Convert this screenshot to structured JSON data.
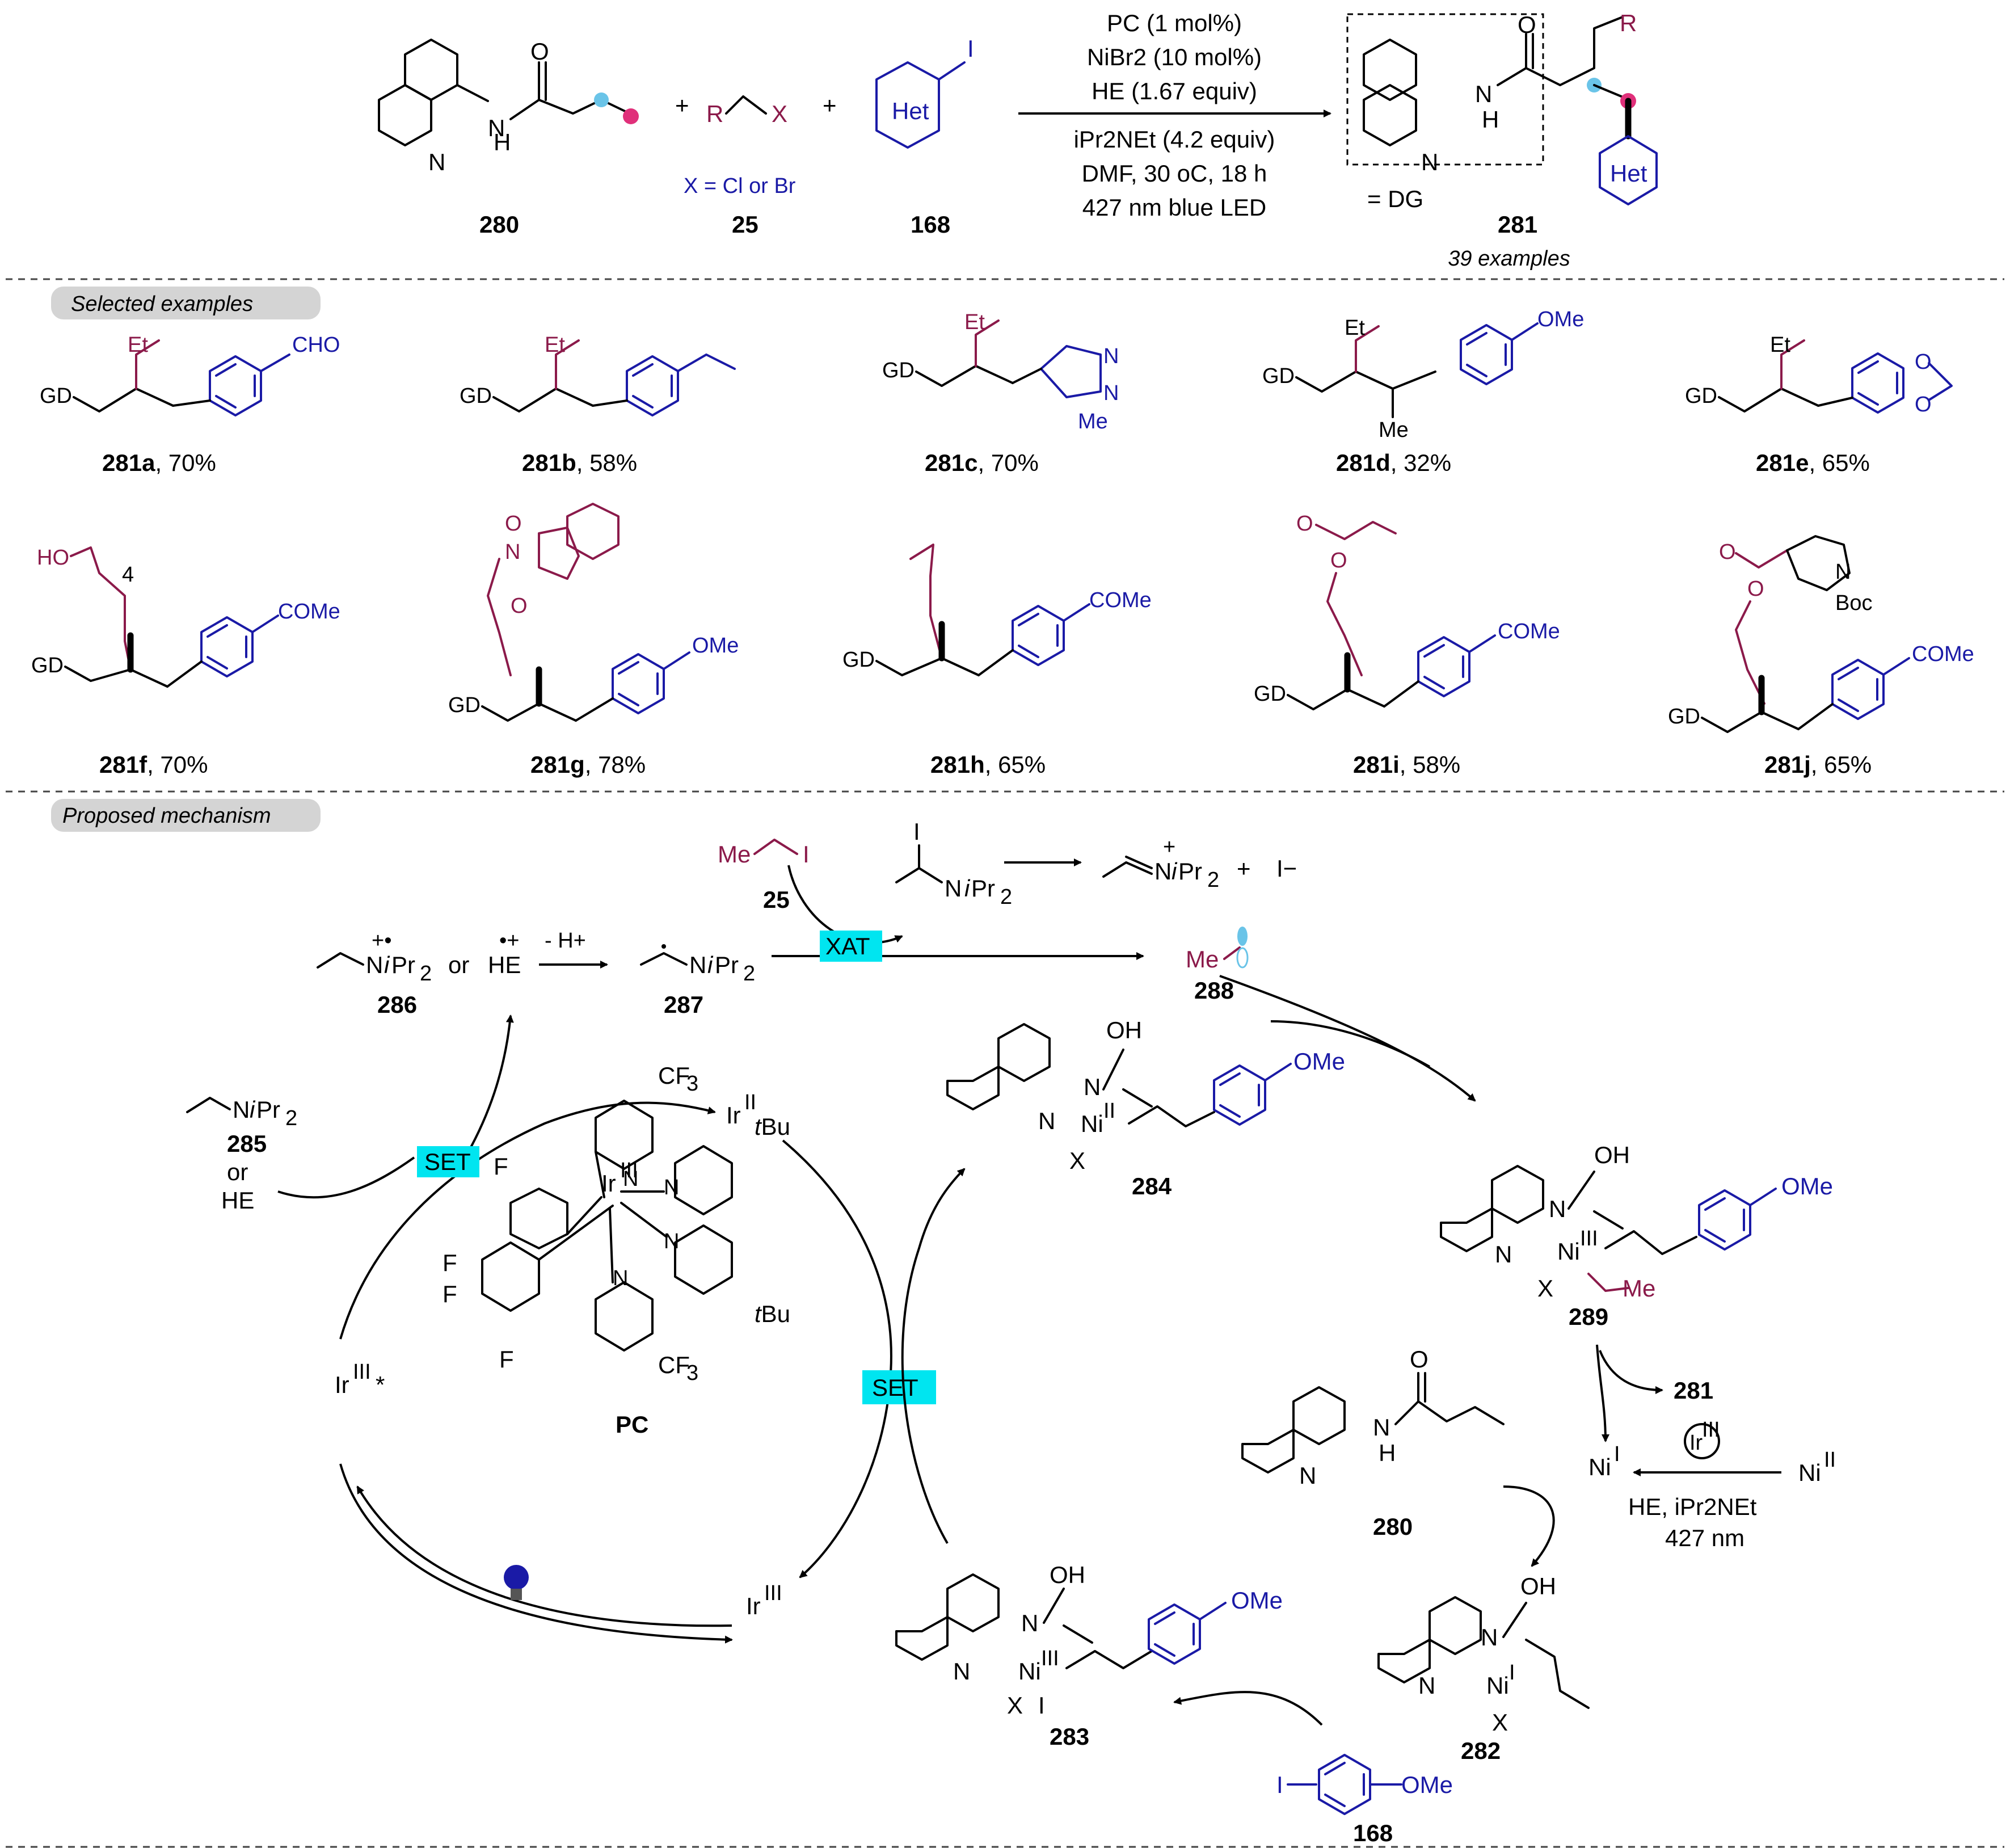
{
  "top": {
    "conditions": [
      "PC (1 mol%)",
      "NiBr2 (10 mol%)",
      "HE (1.67 equiv)",
      "iPr2NEt (4.2 equiv)",
      "DMF, 30 oC, 18 h",
      "427 nm blue LED"
    ],
    "x_note": "X = Cl or Br",
    "dg_note": "= DG",
    "compounds": [
      "280",
      "25",
      "168",
      "281"
    ],
    "examples_count": "39 examples",
    "plus": "+"
  },
  "selected": {
    "tag": "Selected examples",
    "items": [
      {
        "id": "281a",
        "yield": ", 70%"
      },
      {
        "id": "281b",
        "yield": ", 58%"
      },
      {
        "id": "281c",
        "yield": ", 70%"
      },
      {
        "id": "281d",
        "yield": ", 32%"
      },
      {
        "id": "281e",
        "yield": ", 65%"
      },
      {
        "id": "281f",
        "yield": ", 70%"
      },
      {
        "id": "281g",
        "yield": ", 78%"
      },
      {
        "id": "281h",
        "yield": ", 65%"
      },
      {
        "id": "281i",
        "yield": ", 58%"
      },
      {
        "id": "281j",
        "yield": ", 65%"
      }
    ]
  },
  "mechanism": {
    "tag": "Proposed mechanism",
    "badges": [
      "XAT",
      "SET",
      "SET"
    ],
    "minus_h": "- H+",
    "compounds": [
      "25",
      "286",
      "287",
      "288",
      "285",
      "284",
      "289",
      "281",
      "280",
      "282",
      "283",
      "168"
    ],
    "pc_label": "PC",
    "or_text": "or",
    "he_text": "HE",
    "ni_conditions": [
      "HE, iPr2NEt",
      "427 nm"
    ],
    "iodide": "I−"
  },
  "colors": {
    "badge": "#00e5f0",
    "blue": "#1a1aa6",
    "maroon": "#8b1a4a",
    "pink": "#e0307a",
    "cyan_dot": "#6ac4e8",
    "tag_bg": "#d4d4d4"
  }
}
